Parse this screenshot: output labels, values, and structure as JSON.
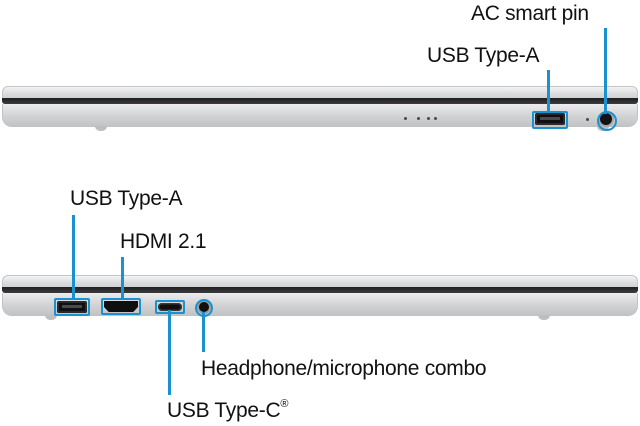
{
  "labels": {
    "ac_smart_pin": "AC smart pin",
    "usb_type_a_right": "USB Type-A",
    "usb_type_a_left": "USB Type-A",
    "hdmi": "HDMI 2.1",
    "headphone_mic": "Headphone/microphone combo",
    "usb_type_c": "USB Type-C",
    "usb_type_c_mark": "®"
  },
  "colors": {
    "accent": "#1b92cf",
    "chassis": "#d6d7d9",
    "seam": "#2a2a2c",
    "background": "#ffffff"
  },
  "icons": [
    "usb-a-port-icon",
    "ac-pin-port-icon",
    "hdmi-port-icon",
    "usb-c-port-icon",
    "audio-jack-icon",
    "led-indicator-icon"
  ]
}
